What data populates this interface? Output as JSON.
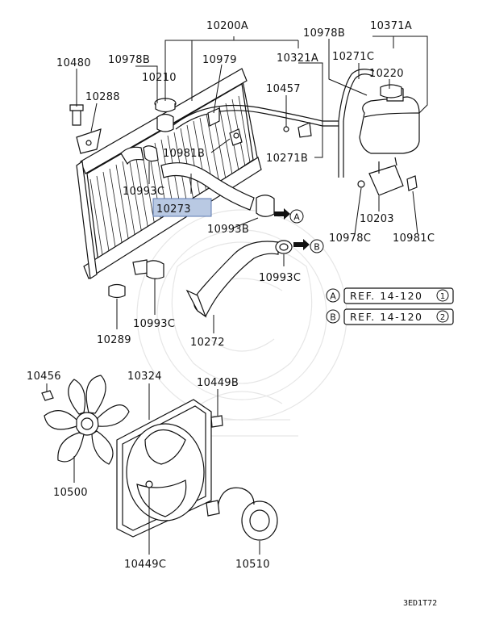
{
  "part_numbers": {
    "p10200A": "10200A",
    "p10978B_top": "10978B",
    "p10371A": "10371A",
    "p10480": "10480",
    "p10978B_left": "10978B",
    "p10979": "10979",
    "p10321A": "10321A",
    "p10271C": "10271C",
    "p10210": "10210",
    "p10220": "10220",
    "p10288": "10288",
    "p10457": "10457",
    "p10981B": "10981B",
    "p10271B": "10271B",
    "p10993C_1": "10993C",
    "p10273": "10273",
    "p10993B": "10993B",
    "p10203": "10203",
    "p10978C": "10978C",
    "p10981C": "10981C",
    "p10993C_2": "10993C",
    "p10289": "10289",
    "p10993C_3": "10993C",
    "p10272": "10272",
    "p10456": "10456",
    "p10324": "10324",
    "p10449B": "10449B",
    "p10500": "10500",
    "p10449C": "10449C",
    "p10510": "10510"
  },
  "markers": {
    "a": "A",
    "b": "B"
  },
  "references": [
    {
      "marker": "A",
      "text": "REF. 14-120",
      "page": "1"
    },
    {
      "marker": "B",
      "text": "REF. 14-120",
      "page": "2"
    }
  ],
  "highlighted_part": "10273",
  "diagram_code": "3ED1T72"
}
